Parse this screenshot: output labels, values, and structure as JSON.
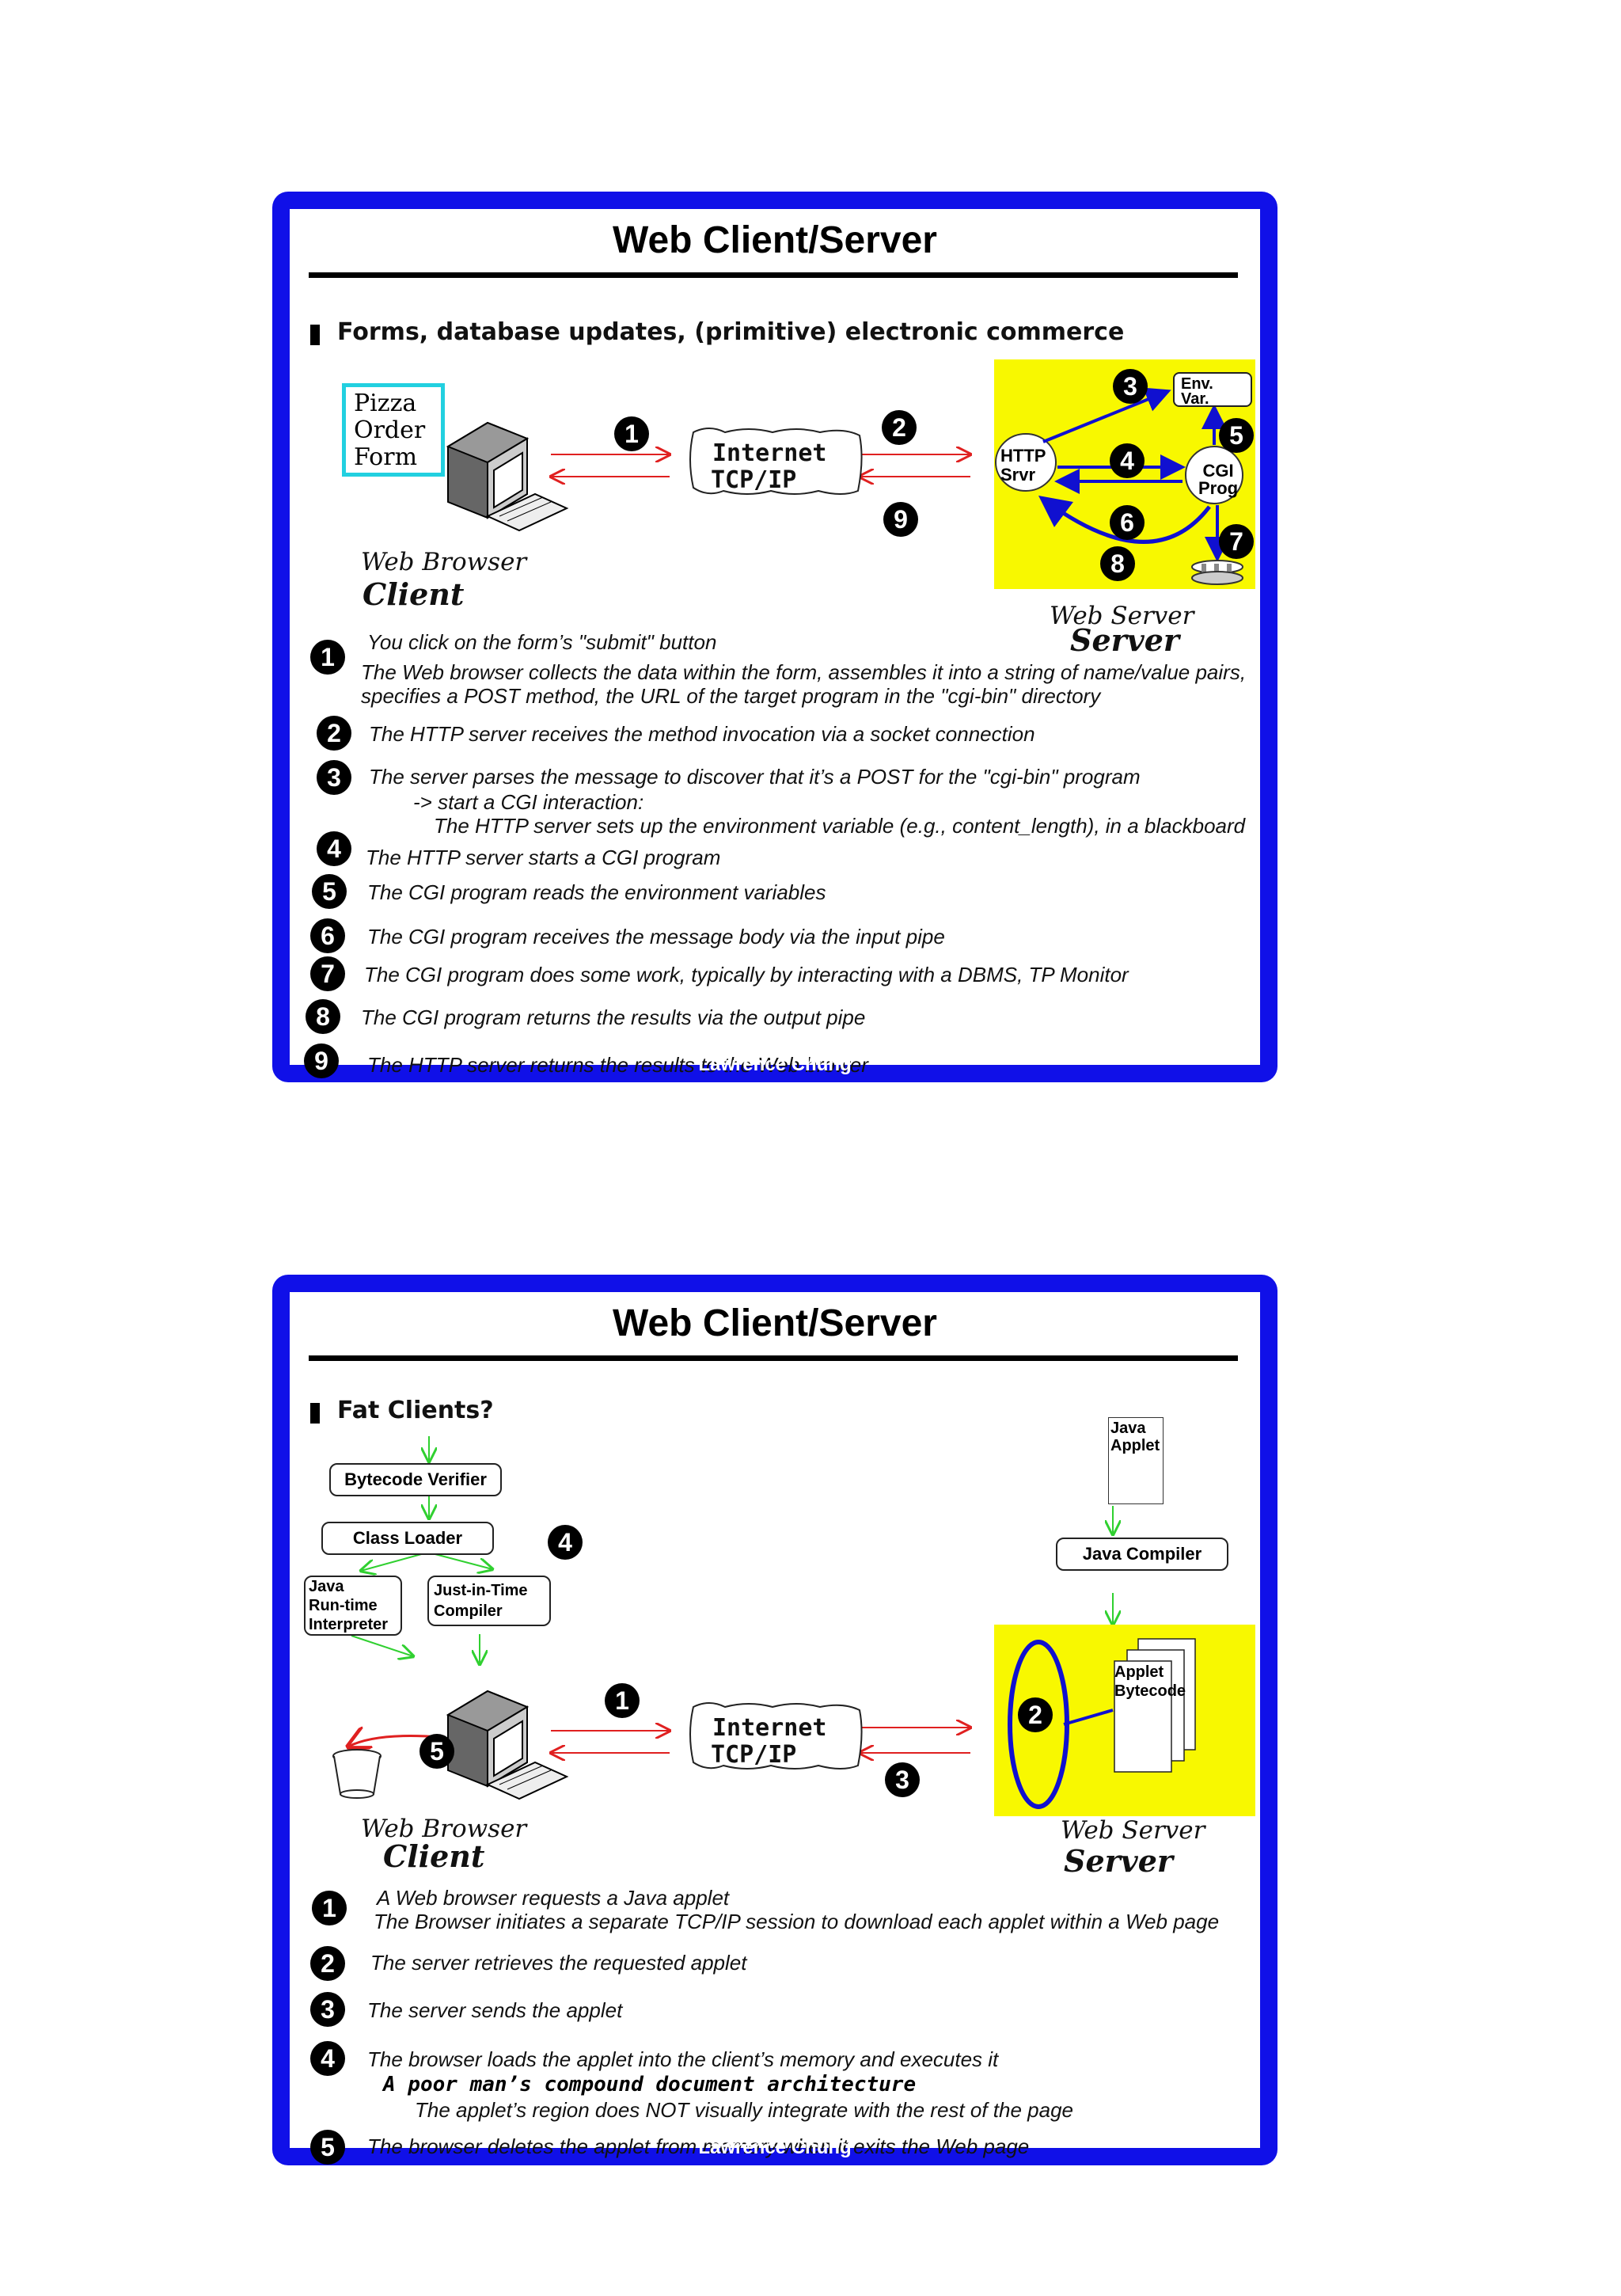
{
  "slide1": {
    "title": "Web Client/Server",
    "bullet": "Forms, database updates, (primitive) electronic commerce",
    "pizza_form": [
      "Pizza",
      "Order",
      "Form"
    ],
    "internet": [
      "Internet",
      "TCP/IP"
    ],
    "http_srvr": [
      "HTTP",
      "Srvr"
    ],
    "cgi_prog": [
      "CGI",
      "Prog"
    ],
    "env_var": [
      "Env.",
      "Var."
    ],
    "web_browser_label": "Web Browser",
    "client_label": "Client",
    "web_server_label": "Web Server",
    "server_label": "Server",
    "diagram_numbers": [
      "1",
      "2",
      "3",
      "4",
      "5",
      "6",
      "7",
      "8",
      "9"
    ],
    "steps": [
      {
        "n": "1",
        "lines": [
          "You click on the form’s \"submit\" button",
          "The Web browser collects the data within the form, assembles it into a string of name/value pairs,",
          "specifies a POST method, the URL of the target program in the \"cgi-bin\" directory"
        ]
      },
      {
        "n": "2",
        "lines": [
          "The HTTP server receives the method invocation via a socket connection"
        ]
      },
      {
        "n": "3",
        "lines": [
          "The server parses the message to discover that it’s a POST for the \"cgi-bin\" program",
          "-> start a CGI interaction:",
          "The HTTP server sets up the environment variable (e.g., content_length), in a blackboard"
        ]
      },
      {
        "n": "4",
        "lines": [
          "The HTTP server starts a CGI program"
        ]
      },
      {
        "n": "5",
        "lines": [
          "The CGI program reads the environment variables"
        ]
      },
      {
        "n": "6",
        "lines": [
          "The CGI program receives the message body via the input pipe"
        ]
      },
      {
        "n": "7",
        "lines": [
          "The CGI program does some work, typically by interacting with a DBMS, TP Monitor"
        ]
      },
      {
        "n": "8",
        "lines": [
          "The CGI program returns the results via the output pipe"
        ]
      },
      {
        "n": "9",
        "lines": [
          "The HTTP server returns the results to the Web brower"
        ]
      }
    ],
    "footer": "Lawrence Chung"
  },
  "slide2": {
    "title": "Web Client/Server",
    "bullet": "Fat Clients?",
    "bytecode_verifier": "Bytecode Verifier",
    "class_loader": "Class Loader",
    "java_runtime": [
      "Java",
      "Run-time",
      "Interpreter"
    ],
    "jit": [
      "Just-in-Time",
      "Compiler"
    ],
    "java_applet": [
      "Java",
      "Applet"
    ],
    "java_compiler": "Java Compiler",
    "applet_bytecode": [
      "Applet",
      "Bytecode"
    ],
    "internet": [
      "Internet",
      "TCP/IP"
    ],
    "web_browser_label": "Web Browser",
    "client_label": "Client",
    "web_server_label": "Web Server",
    "server_label": "Server",
    "diagram_numbers": [
      "1",
      "2",
      "3",
      "4",
      "5"
    ],
    "steps": [
      {
        "n": "1",
        "lines": [
          "A Web browser requests a Java applet",
          "The Browser initiates a separate TCP/IP session to download each applet within a Web page"
        ]
      },
      {
        "n": "2",
        "lines": [
          "The server retrieves the requested applet"
        ]
      },
      {
        "n": "3",
        "lines": [
          "The server sends the applet"
        ]
      },
      {
        "n": "4",
        "lines": [
          "The browser loads the applet into the client’s memory and executes it",
          "A poor man’s compound document architecture",
          "The applet’s region does NOT visually integrate with the rest of the page"
        ]
      },
      {
        "n": "5",
        "lines": [
          "The browser deletes the applet from memory when it exits the Web page"
        ]
      }
    ],
    "footer": "Lawrence Chung"
  },
  "colors": {
    "frame": "#1010e8",
    "highlight": "#f8f800",
    "arrow_red": "#e02020",
    "arrow_blue": "#1010d0",
    "arrow_green": "#30d030",
    "pizza_border": "#22d0e0"
  }
}
